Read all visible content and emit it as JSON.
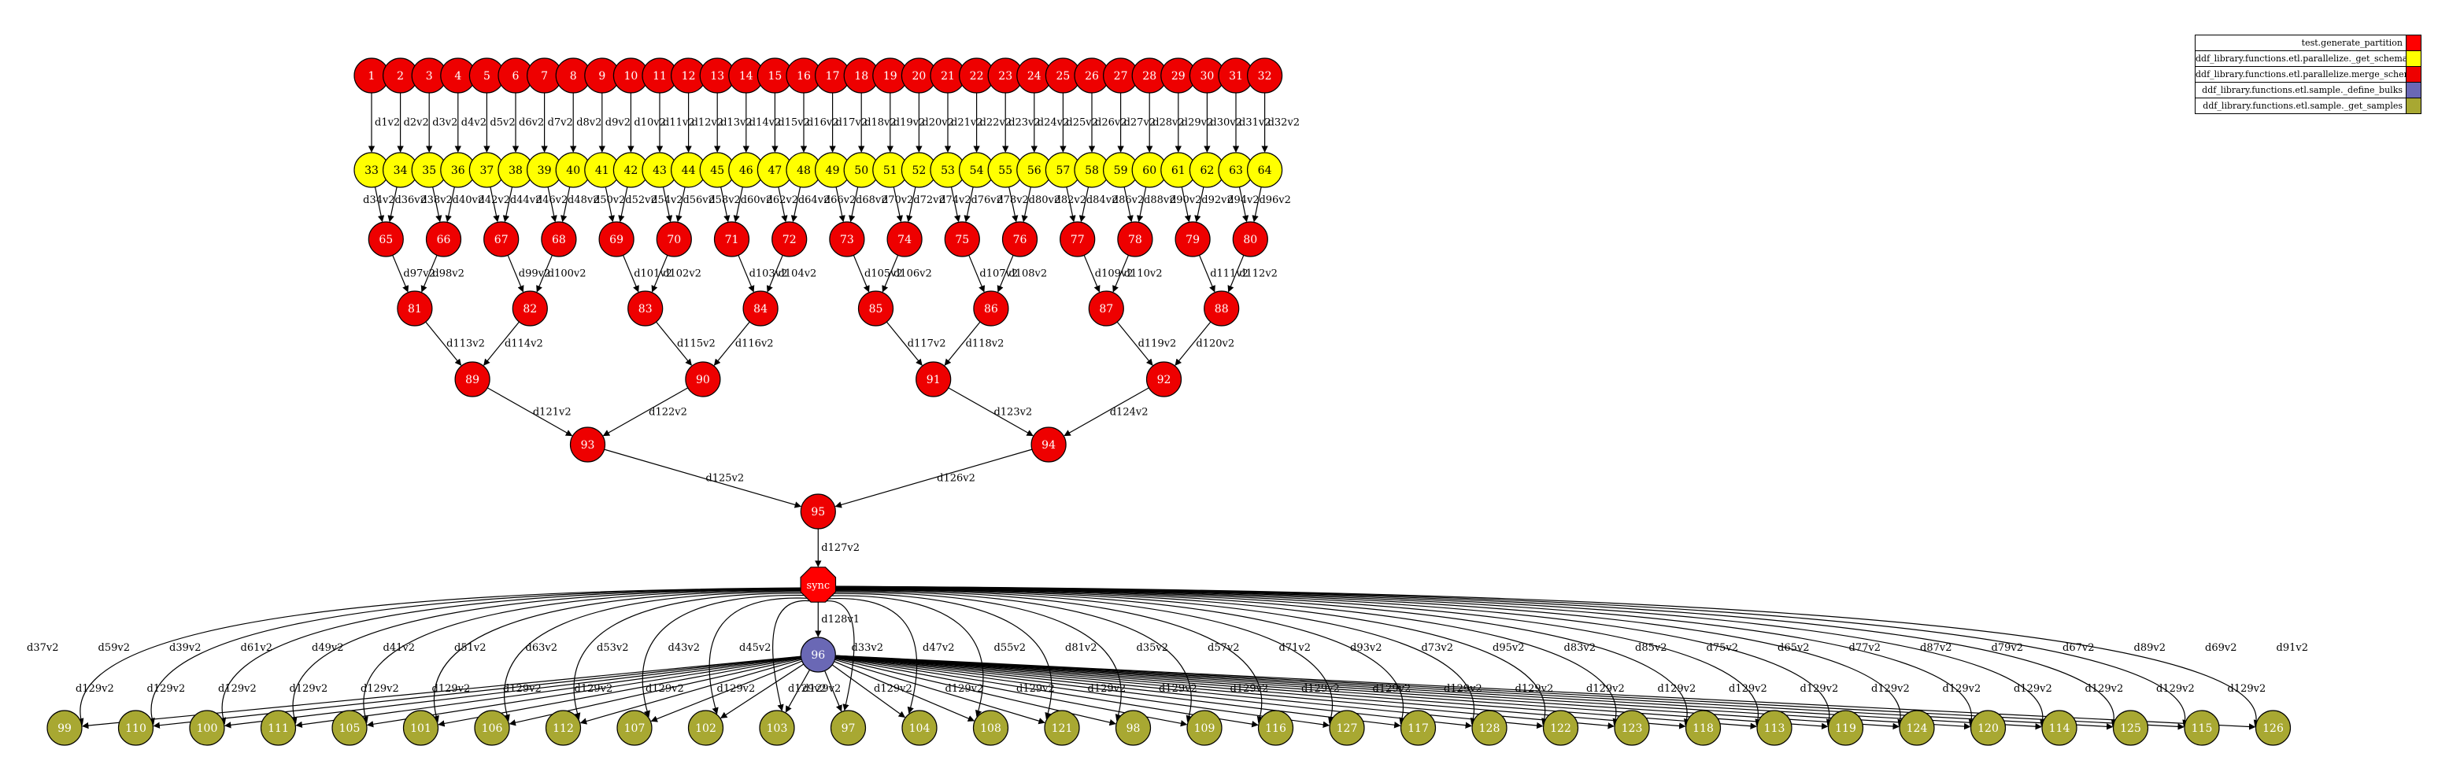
{
  "legend": [
    {
      "label": "test.generate_partition",
      "color": "#ff0000"
    },
    {
      "label": "ddf_library.functions.etl.parallelize._get_schema",
      "color": "#ffff00"
    },
    {
      "label": "ddf_library.functions.etl.parallelize.merge_schema",
      "color": "#ee0000"
    },
    {
      "label": "ddf_library.functions.etl.sample._define_bulks",
      "color": "#6a68b5"
    },
    {
      "label": "ddf_library.functions.etl.sample._get_samples",
      "color": "#a8a832"
    }
  ],
  "colors": {
    "generate": "#ee0000",
    "schema": "#ffff00",
    "merge": "#ee0000",
    "sync": "#ff0000",
    "bulks": "#6a68b5",
    "samples": "#a8a832",
    "edge": "#000000"
  },
  "nodes": {
    "generate": [
      "1",
      "2",
      "3",
      "4",
      "5",
      "6",
      "7",
      "8",
      "9",
      "10",
      "11",
      "12",
      "13",
      "14",
      "15",
      "16",
      "17",
      "18",
      "19",
      "20",
      "21",
      "22",
      "23",
      "24",
      "25",
      "26",
      "27",
      "28",
      "29",
      "30",
      "31",
      "32"
    ],
    "schema": [
      "33",
      "34",
      "35",
      "36",
      "37",
      "38",
      "39",
      "40",
      "41",
      "42",
      "43",
      "44",
      "45",
      "46",
      "47",
      "48",
      "49",
      "50",
      "51",
      "52",
      "53",
      "54",
      "55",
      "56",
      "57",
      "58",
      "59",
      "60",
      "61",
      "62",
      "63",
      "64"
    ],
    "merge_l1": [
      "65",
      "66",
      "67",
      "68",
      "69",
      "70",
      "71",
      "72",
      "73",
      "74",
      "75",
      "76",
      "77",
      "78",
      "79",
      "80"
    ],
    "merge_l2": [
      "81",
      "82",
      "83",
      "84",
      "85",
      "86",
      "87",
      "88"
    ],
    "merge_l3": [
      "89",
      "90",
      "91",
      "92"
    ],
    "merge_l4": [
      "93",
      "94"
    ],
    "merge_l5": [
      "95"
    ],
    "sync": "sync",
    "bulks": "96",
    "samples": [
      "99",
      "110",
      "100",
      "111",
      "105",
      "101",
      "106",
      "112",
      "107",
      "102",
      "103",
      "97",
      "104",
      "108",
      "121",
      "98",
      "109",
      "116",
      "127",
      "117",
      "128",
      "122",
      "123",
      "118",
      "113",
      "119",
      "124",
      "120",
      "114",
      "125",
      "115",
      "126"
    ]
  },
  "edges": {
    "gen_to_schema": [
      "d1v2",
      "d2v2",
      "d3v2",
      "d4v2",
      "d5v2",
      "d6v2",
      "d7v2",
      "d8v2",
      "d9v2",
      "d10v2",
      "d11v2",
      "d12v2",
      "d13v2",
      "d14v2",
      "d15v2",
      "d16v2",
      "d17v2",
      "d18v2",
      "d19v2",
      "d20v2",
      "d21v2",
      "d22v2",
      "d23v2",
      "d24v2",
      "d25v2",
      "d26v2",
      "d27v2",
      "d28v2",
      "d29v2",
      "d30v2",
      "d31v2",
      "d32v2"
    ],
    "schema_to_l1": [
      "d34v2",
      "d36v2",
      "d38v2",
      "d40v2",
      "d42v2",
      "d44v2",
      "d46v2",
      "d48v2",
      "d50v2",
      "d52v2",
      "d54v2",
      "d56v2",
      "d58v2",
      "d60v2",
      "d62v2",
      "d64v2",
      "d66v2",
      "d68v2",
      "d70v2",
      "d72v2",
      "d74v2",
      "d76v2",
      "d78v2",
      "d80v2",
      "d82v2",
      "d84v2",
      "d86v2",
      "d88v2",
      "d90v2",
      "d92v2",
      "d94v2",
      "d96v2"
    ],
    "l1_to_l2": [
      "d97v2",
      "d98v2",
      "d99v2",
      "d100v2",
      "d101v2",
      "d102v2",
      "d103v2",
      "d104v2",
      "d105v2",
      "d106v2",
      "d107v2",
      "d108v2",
      "d109v2",
      "d110v2",
      "d111v2",
      "d112v2"
    ],
    "l2_to_l3": [
      "d113v2",
      "d114v2",
      "d115v2",
      "d116v2",
      "d117v2",
      "d118v2",
      "d119v2",
      "d120v2"
    ],
    "l3_to_l4": [
      "d121v2",
      "d122v2",
      "d123v2",
      "d124v2"
    ],
    "l4_to_l5": [
      "d125v2",
      "d126v2"
    ],
    "l5_to_sync": "d127v2",
    "sync_to_bulks": "d128v1",
    "sync_to_samples": [
      "d37v2",
      "d59v2",
      "d39v2",
      "d61v2",
      "d49v2",
      "d41v2",
      "d51v2",
      "d63v2",
      "d53v2",
      "d43v2",
      "d45v2",
      "d33v2",
      "d47v2",
      "d55v2",
      "d81v2",
      "d35v2",
      "d57v2",
      "d71v2",
      "d93v2",
      "d73v2",
      "d95v2",
      "d83v2",
      "d85v2",
      "d75v2",
      "d65v2",
      "d77v2",
      "d87v2",
      "d79v2",
      "d67v2",
      "d89v2",
      "d69v2",
      "d91v2"
    ],
    "bulks_to_samples": "d129v2"
  }
}
